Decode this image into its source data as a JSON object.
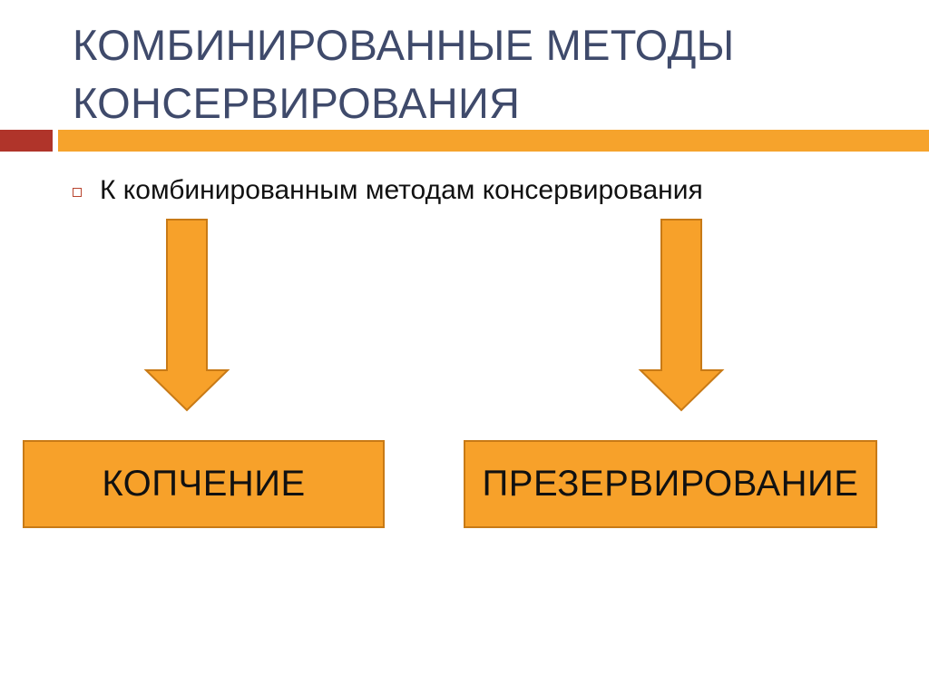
{
  "slide": {
    "title_line1": "КОМБИНИРОВАННЫЕ МЕТОДЫ",
    "title_line2": "КОНСЕРВИРОВАНИЯ",
    "bullet_text": "К комбинированным методам консервирования",
    "boxes": [
      {
        "label": "КОПЧЕНИЕ"
      },
      {
        "label": "ПРЕЗЕРВИРОВАНИЕ"
      }
    ]
  },
  "colors": {
    "title": "#3f4a6b",
    "accent_red": "#b0342a",
    "accent_orange": "#f6a32c",
    "box_fill": "#f7a12a",
    "box_border": "#c87a16"
  },
  "icons": {
    "bullet": "hollow-square-bullet-icon",
    "arrows": "down-arrow-icon"
  }
}
